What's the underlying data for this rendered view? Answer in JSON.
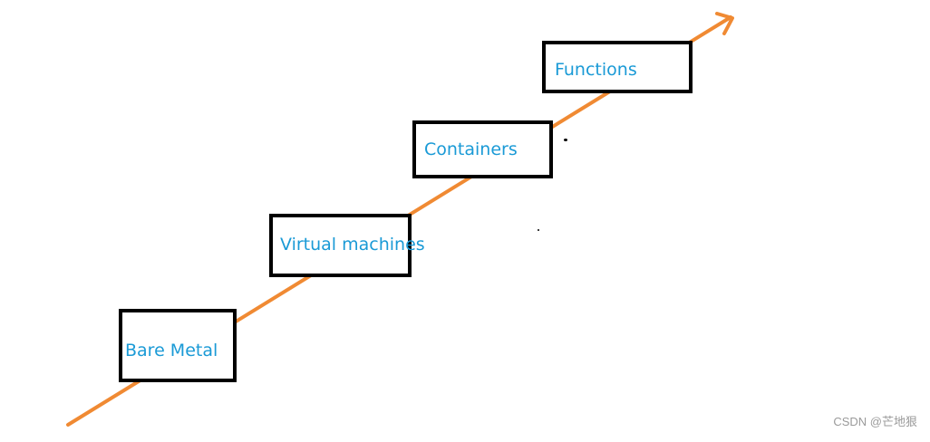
{
  "diagram": {
    "stages": [
      {
        "label": "Bare Metal"
      },
      {
        "label": "Virtual machines"
      },
      {
        "label": "Containers"
      },
      {
        "label": "Functions"
      }
    ]
  },
  "watermark": "CSDN @芒地狠",
  "colors": {
    "arrow": "#f08a33",
    "label": "#1a9ad6",
    "box_border": "#000000"
  }
}
